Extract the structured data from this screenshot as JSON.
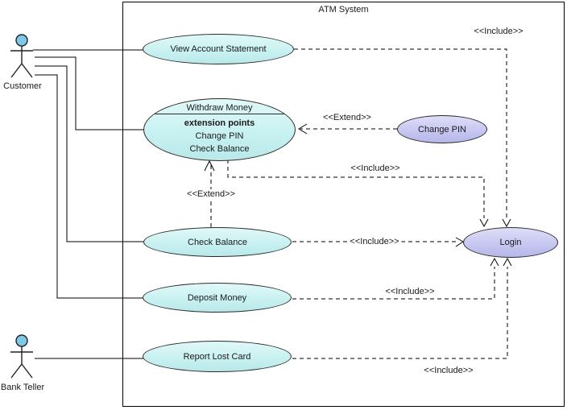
{
  "colors": {
    "use_case_fill": "#c9f1f1",
    "use_case_fill_alt": "#c7c7f1",
    "actor_head_fill": "#7ec9e8",
    "line_color": "#000000",
    "shape_border": "#2a2a2a"
  },
  "system": {
    "title": "ATM System"
  },
  "actors": [
    {
      "name": "Customer"
    },
    {
      "name": "Bank Teller"
    }
  ],
  "use_cases": [
    {
      "name": "View Account Statement"
    },
    {
      "name": "Withdraw Money",
      "extension_points_title": "extension points",
      "extension_points": [
        "Change PIN",
        "Check Balance"
      ]
    },
    {
      "name": "Change PIN"
    },
    {
      "name": "Check Balance"
    },
    {
      "name": "Deposit Money"
    },
    {
      "name": "Report Lost Card"
    },
    {
      "name": "Login"
    }
  ],
  "relationship_labels": {
    "include_view_statement_login": "<<Include>>",
    "extend_change_pin_withdraw": "<<Extend>>",
    "include_withdraw_login": "<<Include>>",
    "extend_check_balance_withdraw": "<<Extend>>",
    "include_check_balance_login": "<<Include>>",
    "include_deposit_login": "<<Include>>",
    "include_report_lost_login": "<<Include>>"
  }
}
